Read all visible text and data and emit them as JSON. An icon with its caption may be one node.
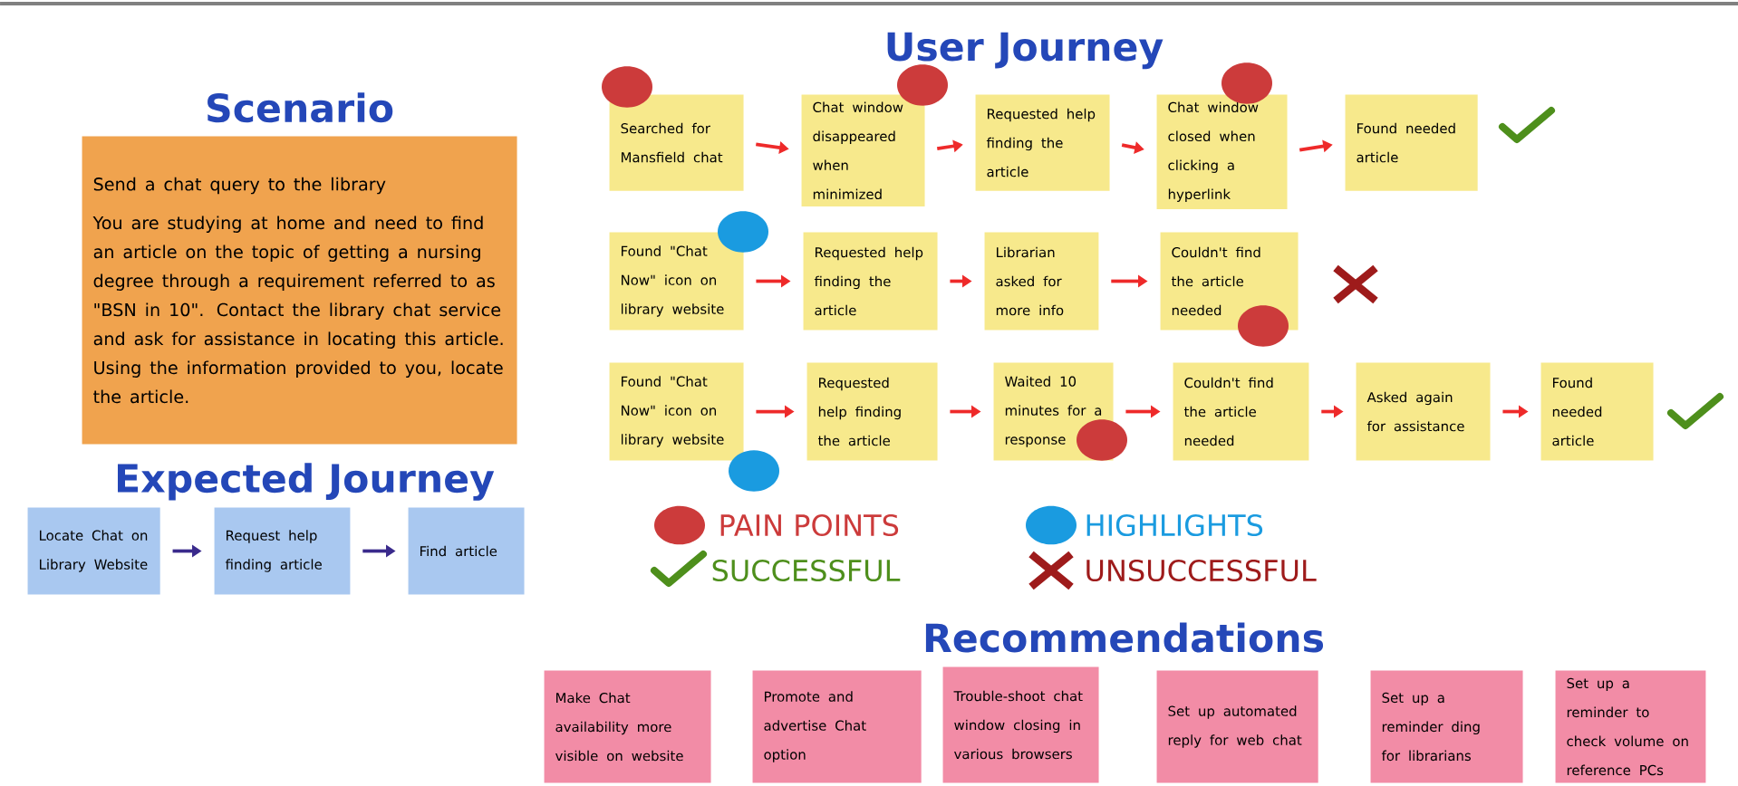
{
  "diagram": {
    "title": "User Journey",
    "nodes": [
      {
        "text": [
          "Scenario",
          "Send a chat query to the library",
          "You are studying at home and need to find an article on the topic of getting a nursing degree through a requirement referred to as \"BSN in 10\". Contact the library chat service and ask for assistance in locating this article. Using the information provided to you, locate the article."
        ]
      },
      {
        "text": [
          "Locate Chat on Library Website"
        ]
      },
      {
        "text": [
          "Request help finding article"
        ]
      },
      {
        "text": [
          "Find article"
        ]
      },
      {
        "text": [
          "Searched for Mansfield chat"
        ]
      },
      {
        "text": [
          "Chat window disappeared when minimized"
        ]
      },
      {
        "text": [
          "Requested help finding the article"
        ]
      },
      {
        "text": [
          "Chat window closed when clicking a hyperlink"
        ]
      },
      {
        "text": [
          "Found needed article"
        ]
      },
      {
        "text": [
          "Found \"Chat Now\" icon on library website"
        ]
      },
      {
        "text": [
          "Requested help finding the article"
        ]
      },
      {
        "text": [
          "Librarian asked for more info"
        ]
      },
      {
        "text": [
          "Couldn't find the article needed"
        ]
      },
      {
        "text": [
          "Found \"Chat Now\" icon on library website"
        ]
      },
      {
        "text": [
          "Requested help finding the article"
        ]
      },
      {
        "text": [
          "Waited 10 minutes for a response"
        ]
      },
      {
        "text": [
          "Couldn't find the article needed"
        ]
      },
      {
        "text": [
          "Asked again for assistance"
        ]
      },
      {
        "text": [
          "Found needed article"
        ]
      },
      {
        "text": [
          "Make Chat availability more visible on website"
        ]
      },
      {
        "text": [
          "Promote and advertise Chat option"
        ]
      },
      {
        "text": [
          "Trouble-shoot chat window closing in various browsers"
        ]
      },
      {
        "text": [
          "Set up automated reply for web chat"
        ]
      },
      {
        "text": [
          "Set up a reminder ding for librarians"
        ]
      },
      {
        "text": [
          "Set up a reminder to check volume on reference PCs"
        ]
      }
    ],
    "edges": [
      {
        "from": 1,
        "to": 2,
        "arrow": "to",
        "color": "#3a2a8c"
      },
      {
        "from": 2,
        "to": 3,
        "arrow": "to",
        "color": "#3a2a8c"
      },
      {
        "from": 4,
        "to": 5,
        "arrow": "to"
      },
      {
        "from": 5,
        "to": 6,
        "arrow": "to"
      },
      {
        "from": 6,
        "to": 7,
        "arrow": "to"
      },
      {
        "from": 7,
        "to": 8,
        "arrow": "to"
      },
      {
        "from": 9,
        "to": 10,
        "arrow": "to"
      },
      {
        "from": 10,
        "to": 11,
        "arrow": "to"
      },
      {
        "from": 11,
        "to": 12,
        "arrow": "to"
      },
      {
        "from": 13,
        "to": 14,
        "arrow": "to"
      },
      {
        "from": 14,
        "to": 15,
        "arrow": "to"
      },
      {
        "from": 15,
        "to": 16,
        "arrow": "to"
      },
      {
        "from": 16,
        "to": 17,
        "arrow": "to"
      },
      {
        "from": 17,
        "to": 18,
        "arrow": "to"
      }
    ],
    "labels": [
      "Expected Journey",
      "Recommendations"
    ],
    "legend": [
      {
        "text": "PAIN POINTS",
        "color": "#cc3b3b"
      },
      {
        "text": "HIGHLIGHTS",
        "color": "#1a9be0"
      },
      {
        "text": "SUCCESSFUL"
      },
      {
        "text": "UNSUCCESSFUL"
      }
    ]
  }
}
